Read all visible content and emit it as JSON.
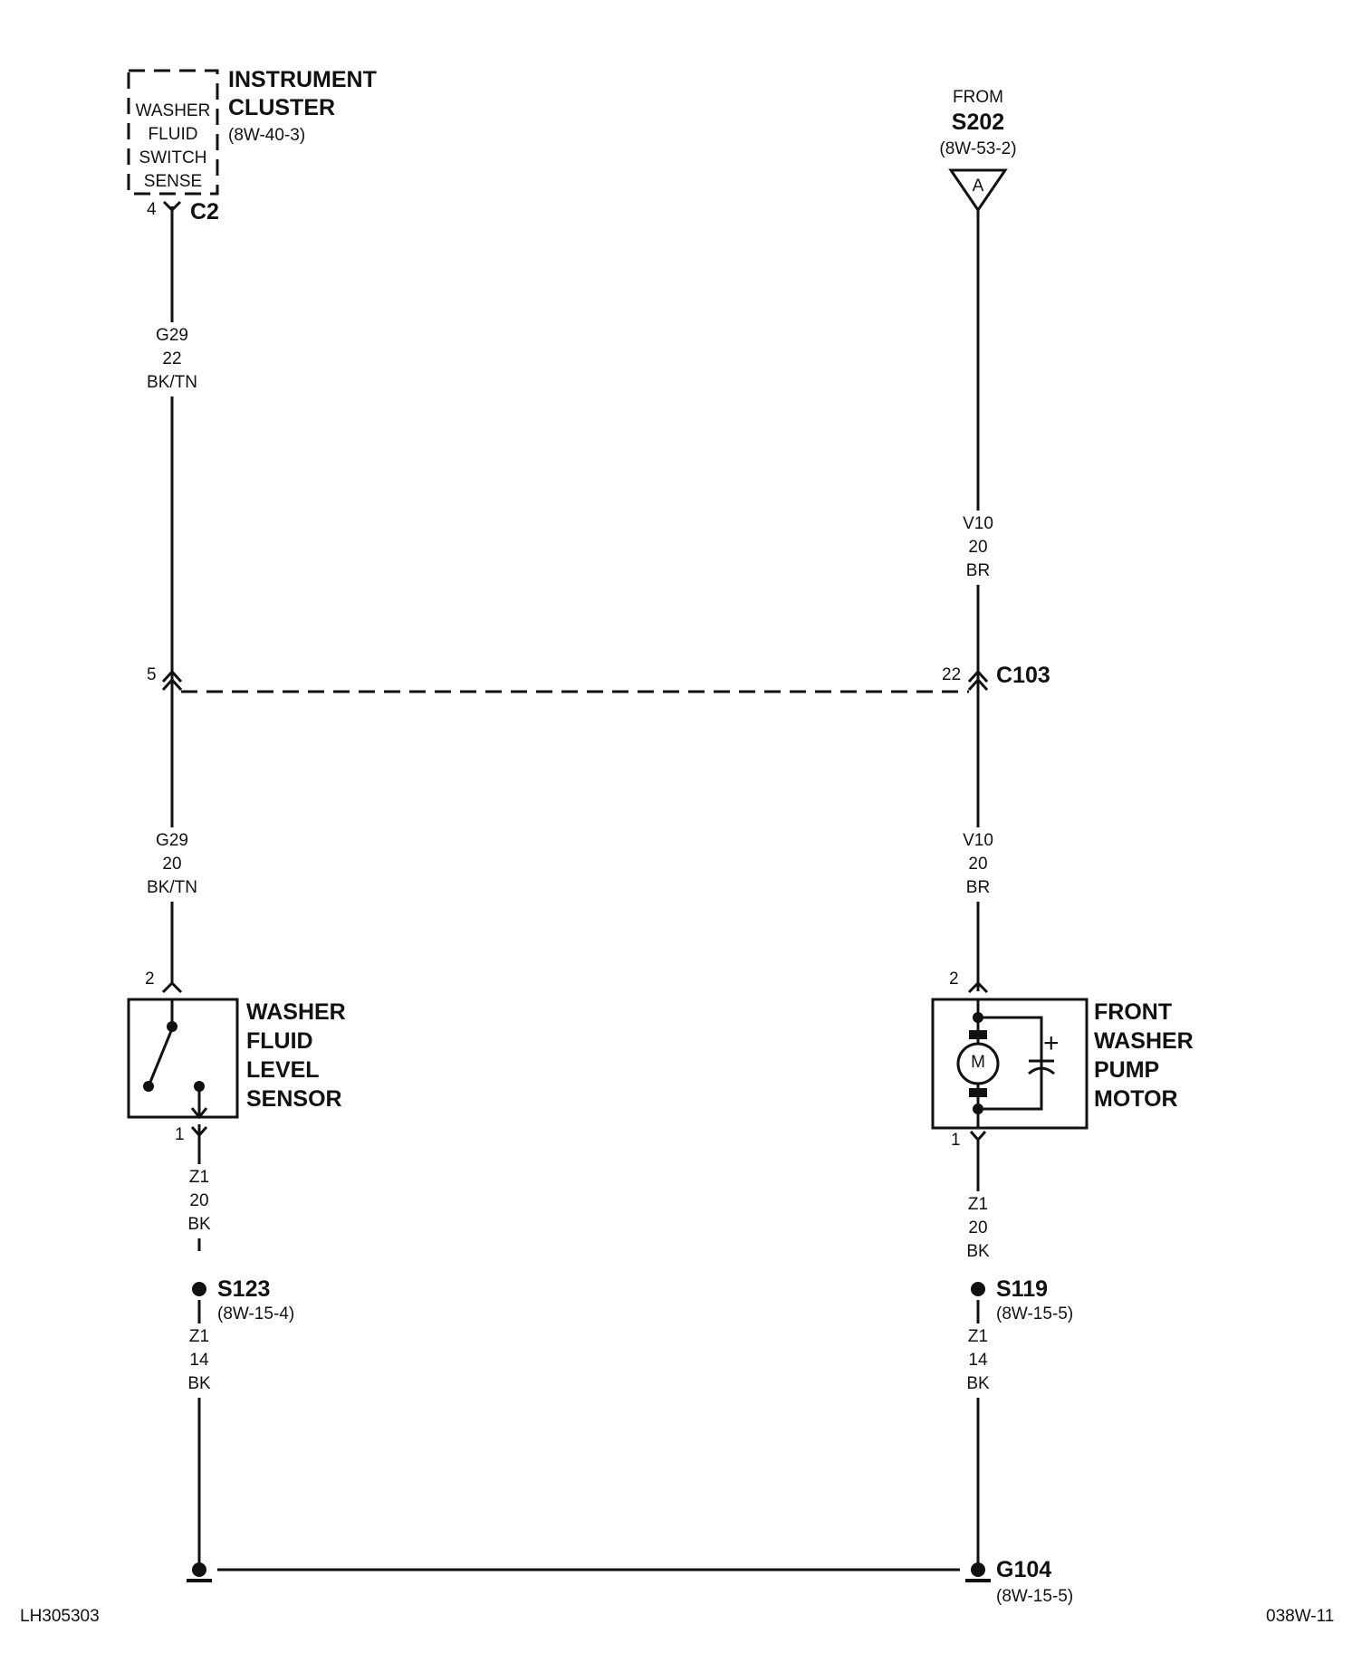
{
  "instrument_cluster": {
    "title_line1": "INSTRUMENT",
    "title_line2": "CLUSTER",
    "ref": "(8W-40-3)",
    "internal_label": [
      "WASHER",
      "FLUID",
      "SWITCH",
      "SENSE"
    ],
    "pin": "4",
    "connector": "C2"
  },
  "from_splice": {
    "from": "FROM",
    "splice": "S202",
    "ref": "(8W-53-2)",
    "marker": "A"
  },
  "wires": {
    "g29_top": [
      "G29",
      "22",
      "BK/TN"
    ],
    "v10_top": [
      "V10",
      "20",
      "BR"
    ],
    "g29_bottom": [
      "G29",
      "20",
      "BK/TN"
    ],
    "v10_bottom": [
      "V10",
      "20",
      "BR"
    ],
    "z1_left_top": [
      "Z1",
      "20",
      "BK"
    ],
    "z1_right_top": [
      "Z1",
      "20",
      "BK"
    ],
    "z1_left_bottom": [
      "Z1",
      "14",
      "BK"
    ],
    "z1_right_bottom": [
      "Z1",
      "14",
      "BK"
    ]
  },
  "c103": {
    "pin_left": "5",
    "pin_right": "22",
    "name": "C103"
  },
  "level_sensor": {
    "lines": [
      "WASHER",
      "FLUID",
      "LEVEL",
      "SENSOR"
    ],
    "pin_top": "2",
    "pin_bottom": "1"
  },
  "pump_motor": {
    "lines": [
      "FRONT",
      "WASHER",
      "PUMP",
      "MOTOR"
    ],
    "pin_top": "2",
    "pin_bottom": "1",
    "motor_symbol": "M",
    "cap_symbol": "+"
  },
  "splices": {
    "left": {
      "name": "S123",
      "ref": "(8W-15-4)"
    },
    "right": {
      "name": "S119",
      "ref": "(8W-15-5)"
    }
  },
  "ground": {
    "name": "G104",
    "ref": "(8W-15-5)"
  },
  "footer": {
    "left": "LH305303",
    "right": "038W-11"
  }
}
